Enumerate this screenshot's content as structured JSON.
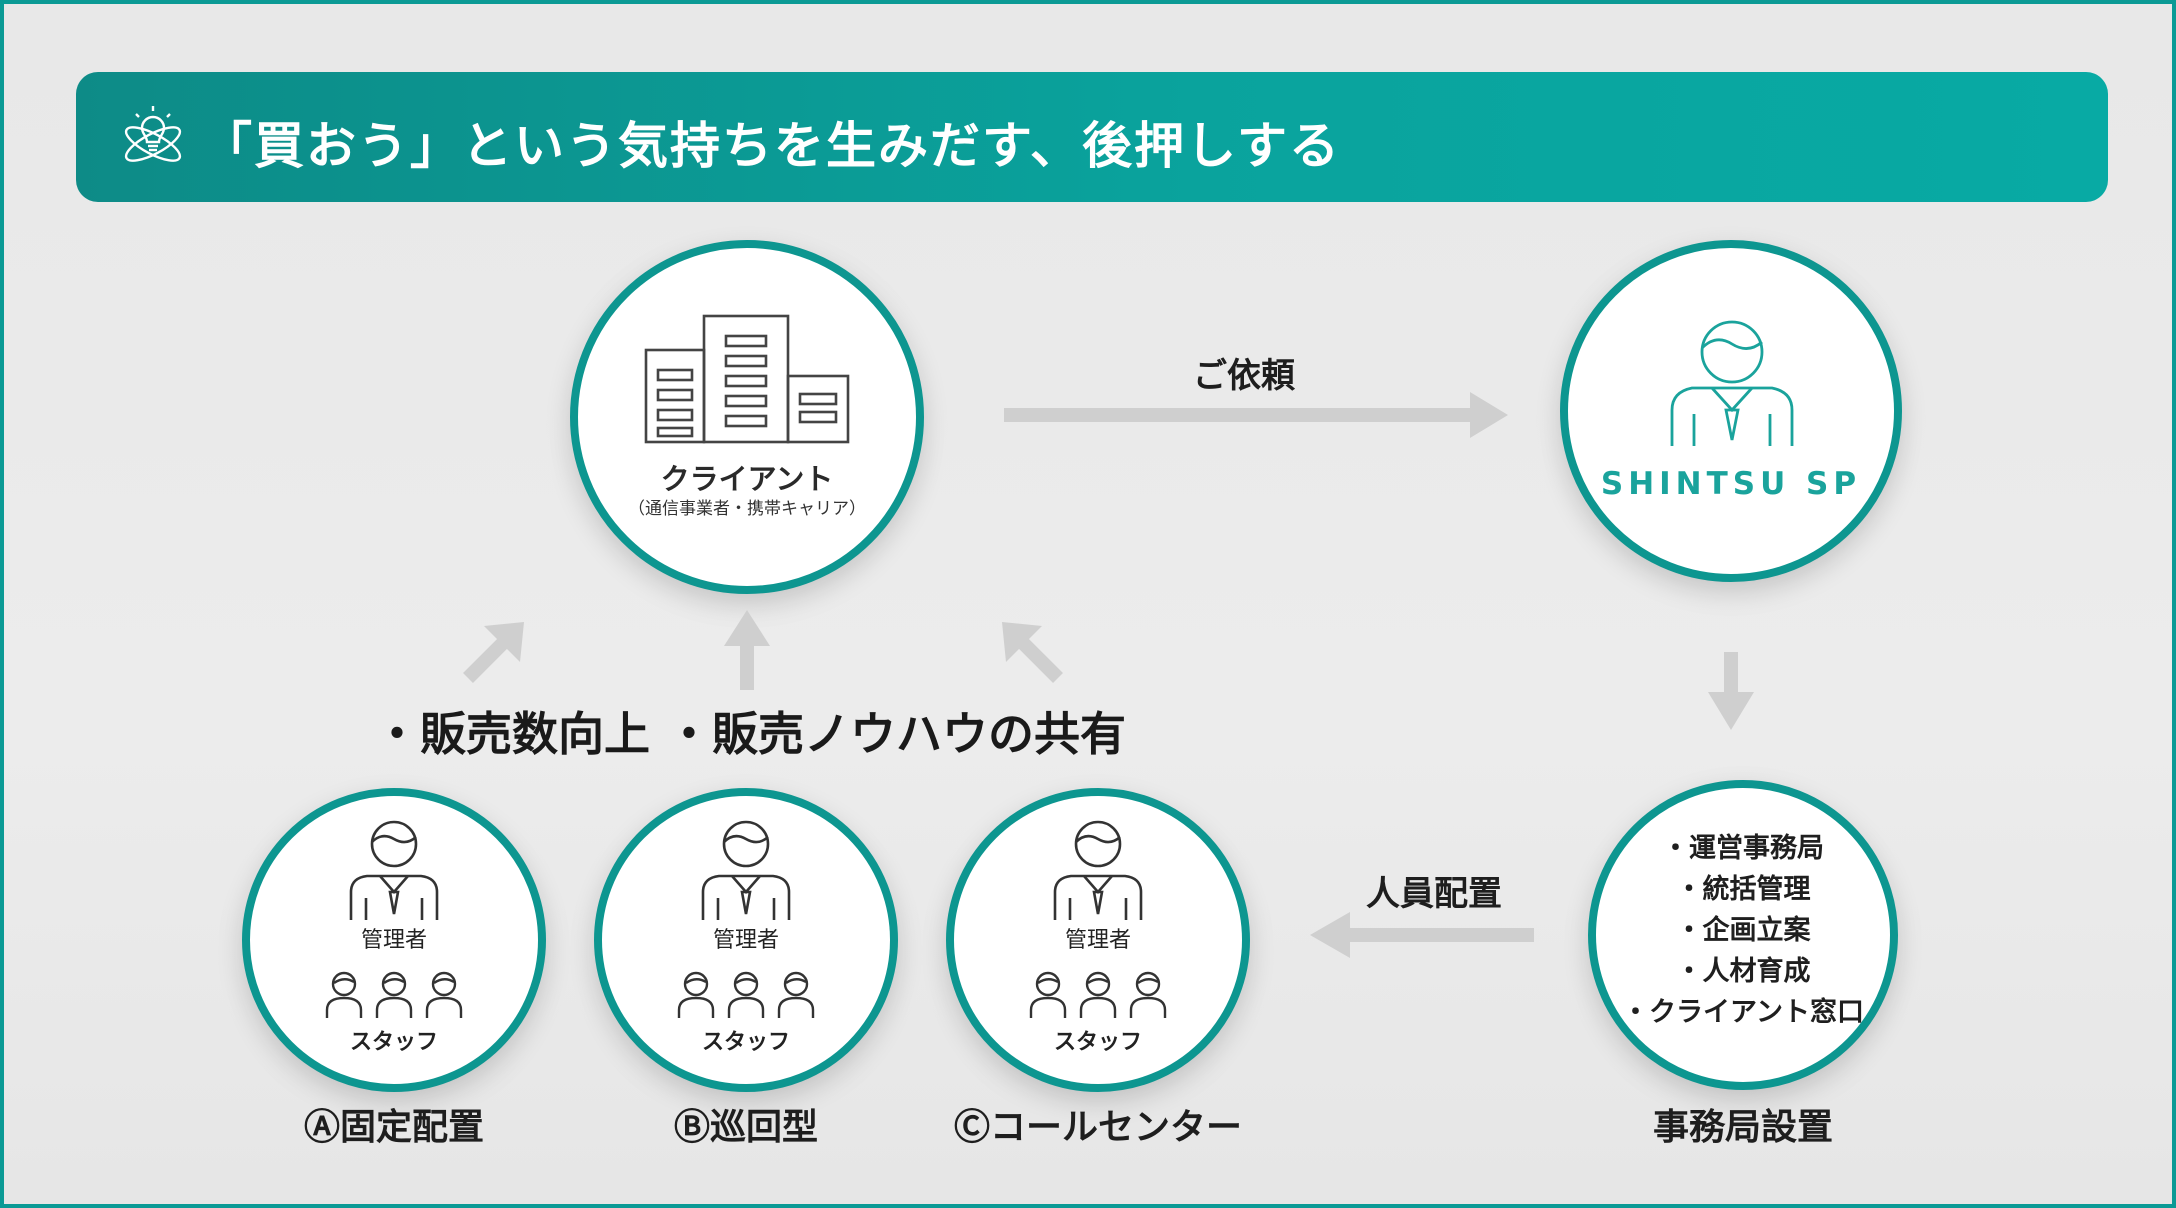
{
  "banner": {
    "title": "「買おう」という気持ちを生みだす、後押しする",
    "icon": "lightbulb-atom-icon"
  },
  "client": {
    "name": "クライアント",
    "sub": "（通信事業者・携帯キャリア）",
    "icon": "office-buildings-icon"
  },
  "request_label": "ご依頼",
  "shintsu": {
    "name": "SHINTSU SP",
    "icon": "businessman-icon"
  },
  "office": {
    "tasks": [
      "・運営事務局",
      "・統括管理",
      "・企画立案",
      "・人材育成",
      "・クライアント窓口"
    ],
    "caption": "事務局設置"
  },
  "staffing_label": "人員配置",
  "benefits": "・販売数向上 ・販売ノウハウの共有",
  "types": [
    {
      "manager": "管理者",
      "staff": "スタッフ",
      "caption": "Ⓐ固定配置"
    },
    {
      "manager": "管理者",
      "staff": "スタッフ",
      "caption": "Ⓑ巡回型"
    },
    {
      "manager": "管理者",
      "staff": "スタッフ",
      "caption": "Ⓒコールセンター"
    }
  ],
  "colors": {
    "teal": "#0d9690",
    "arrow": "#cfcfcf",
    "text": "#1e1e1e"
  }
}
